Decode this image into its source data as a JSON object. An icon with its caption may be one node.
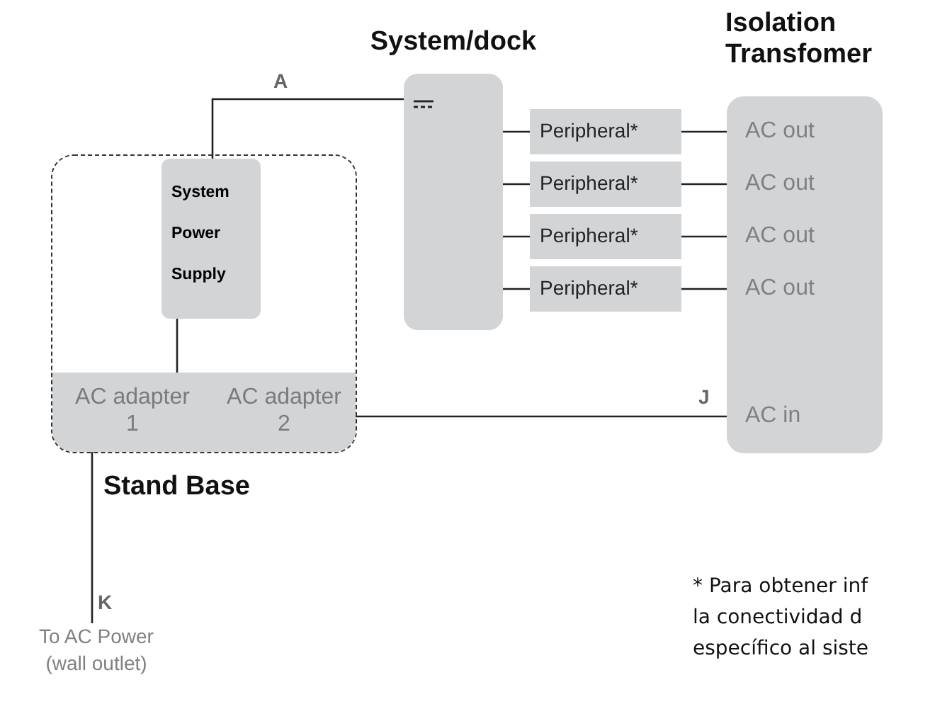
{
  "diagram": {
    "nodes": [
      {
        "text": [
          "Stand Base"
        ]
      },
      {
        "text": [
          "System Power Supply"
        ],
        "in": 0
      },
      {
        "text": [
          "AC adapter 1"
        ],
        "in": 0
      },
      {
        "text": [
          "AC adapter 2"
        ],
        "in": 0
      },
      {
        "text": [
          "System/dock"
        ]
      },
      {
        "text": [
          "Peripheral*"
        ]
      },
      {
        "text": [
          "Peripheral*"
        ]
      },
      {
        "text": [
          "Peripheral*"
        ]
      },
      {
        "text": [
          "Peripheral*"
        ]
      },
      {
        "text": [
          "Isolation Transfomer"
        ]
      },
      {
        "text": [
          "AC out"
        ],
        "in": 9
      },
      {
        "text": [
          "AC out"
        ],
        "in": 9
      },
      {
        "text": [
          "AC out"
        ],
        "in": 9
      },
      {
        "text": [
          "AC out"
        ],
        "in": 9
      },
      {
        "text": [
          "AC in"
        ],
        "in": 9
      },
      {
        "text": [
          "To AC Power (wall outlet)"
        ]
      }
    ],
    "edges": [
      {
        "from": 1,
        "to": 4,
        "arrow": "none",
        "label": "A"
      },
      {
        "from": 1,
        "to": 2,
        "arrow": "none"
      },
      {
        "from": 4,
        "to": 5,
        "arrow": "none"
      },
      {
        "from": 4,
        "to": 6,
        "arrow": "none"
      },
      {
        "from": 4,
        "to": 7,
        "arrow": "none"
      },
      {
        "from": 4,
        "to": 8,
        "arrow": "none"
      },
      {
        "from": 5,
        "to": 10,
        "arrow": "none"
      },
      {
        "from": 6,
        "to": 11,
        "arrow": "none"
      },
      {
        "from": 7,
        "to": 12,
        "arrow": "none"
      },
      {
        "from": 8,
        "to": 13,
        "arrow": "none"
      },
      {
        "from": 3,
        "to": 14,
        "arrow": "none",
        "label": "J"
      },
      {
        "from": 2,
        "to": 15,
        "arrow": "none",
        "label": "K"
      }
    ],
    "labels": [
      "* Para obtener inf",
      "la conectividad d",
      "específico al siste"
    ]
  }
}
